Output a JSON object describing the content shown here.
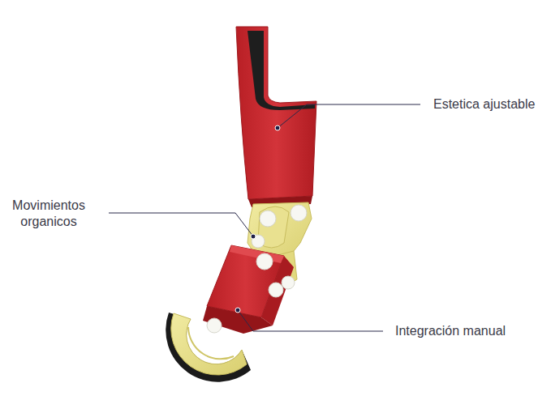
{
  "diagram": {
    "labels": [
      "Estetica ajustable",
      "Movimientos organicos",
      "Integración manual"
    ]
  }
}
